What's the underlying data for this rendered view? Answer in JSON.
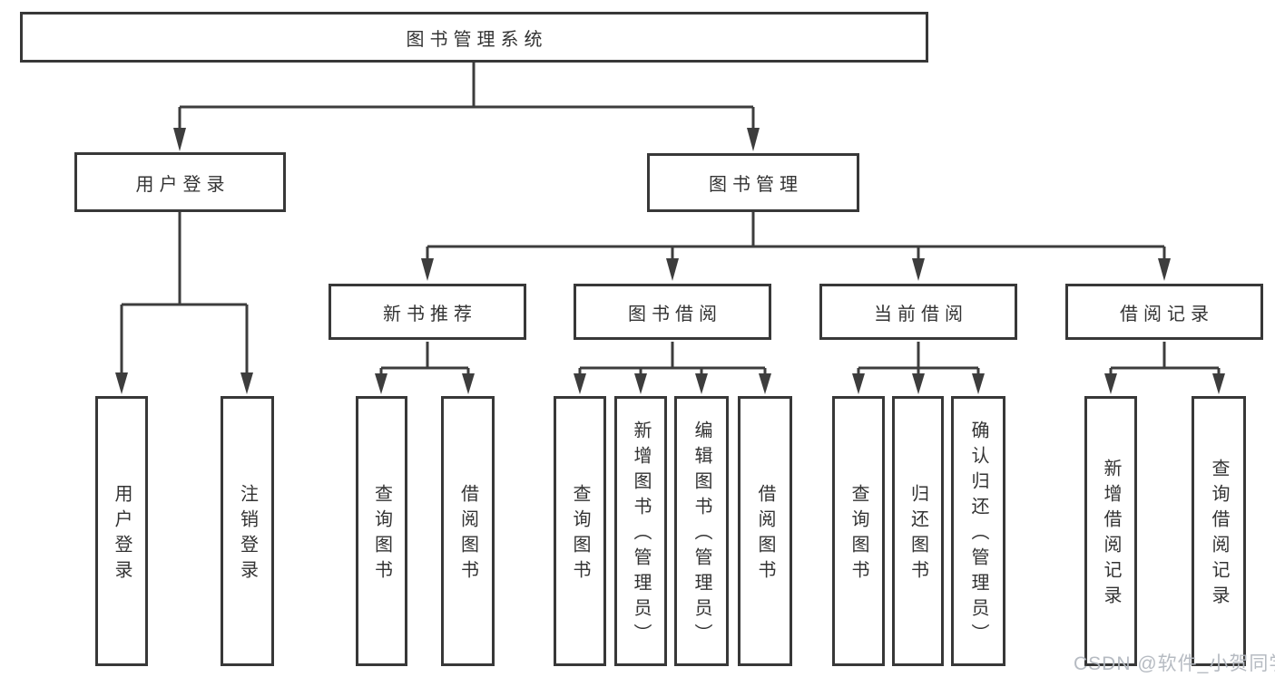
{
  "diagram": {
    "root": {
      "label": "图书管理系统"
    },
    "level2": [
      {
        "label": "用户登录"
      },
      {
        "label": "图书管理"
      }
    ],
    "level3": [
      {
        "label": "新书推荐"
      },
      {
        "label": "图书借阅"
      },
      {
        "label": "当前借阅"
      },
      {
        "label": "借阅记录"
      }
    ],
    "leaves": [
      {
        "label": "用户登录"
      },
      {
        "label": "注销登录"
      },
      {
        "label": "查询图书"
      },
      {
        "label": "借阅图书"
      },
      {
        "label": "查询图书"
      },
      {
        "label": "新增图书（管理员）"
      },
      {
        "label": "编辑图书（管理员）"
      },
      {
        "label": "借阅图书"
      },
      {
        "label": "查询图书"
      },
      {
        "label": "归还图书"
      },
      {
        "label": "确认归还（管理员）"
      },
      {
        "label": "新增借阅记录"
      },
      {
        "label": "查询借阅记录"
      }
    ],
    "watermark": "CSDN @软件_小贺同学",
    "colors": {
      "line": "#3d3d3d",
      "border": "#383838",
      "text": "#333333",
      "watermark": "#b2b7bf",
      "background": "#ffffff"
    }
  }
}
